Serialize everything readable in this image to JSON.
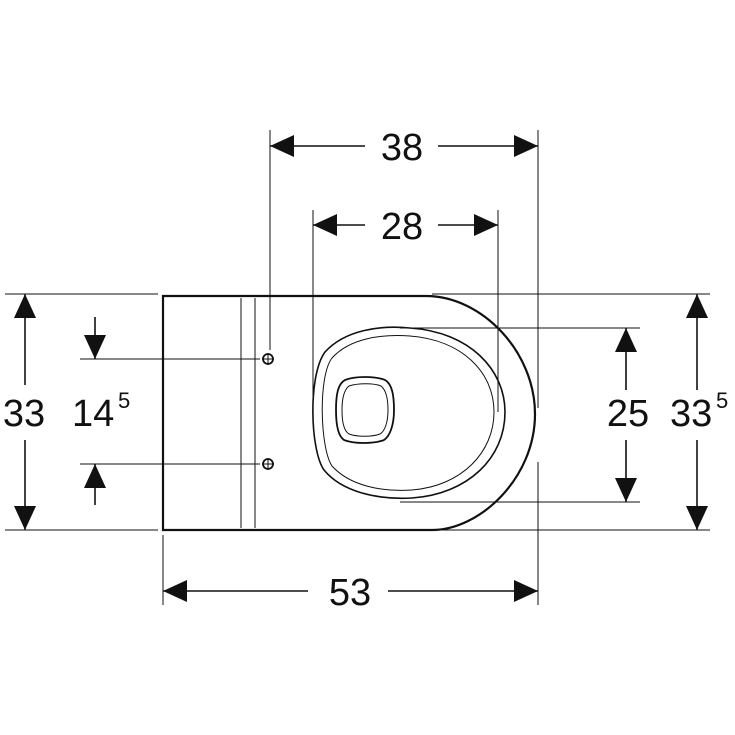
{
  "dimensions": {
    "top_width": "38",
    "inner_width": "28",
    "total_length": "53",
    "left_height": "33",
    "bolt_spacing_main": "14",
    "bolt_spacing_sup": "5",
    "bowl_height": "25",
    "right_height_main": "33",
    "right_height_sup": "5"
  },
  "colors": {
    "line": "#111111",
    "background": "#ffffff"
  }
}
